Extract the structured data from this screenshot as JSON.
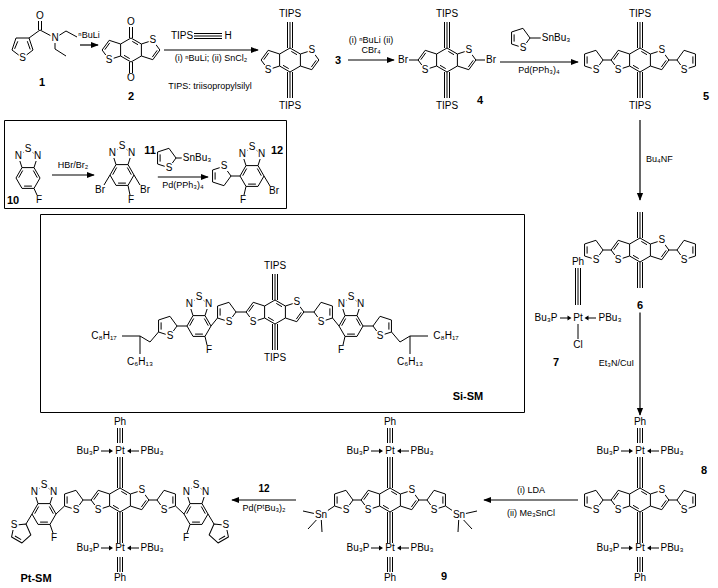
{
  "diagram": {
    "nodes": [
      {
        "text": [
          "1"
        ]
      },
      {
        "text": [
          "2"
        ]
      },
      {
        "text": [
          "3"
        ]
      },
      {
        "text": [
          "4"
        ]
      },
      {
        "text": [
          "5"
        ]
      },
      {
        "text": [
          "6"
        ]
      },
      {
        "text": [
          "7"
        ]
      },
      {
        "text": [
          "8"
        ]
      },
      {
        "text": [
          "9"
        ]
      },
      {
        "text": [
          "Pt-SM"
        ]
      },
      {
        "text": [
          "10"
        ]
      },
      {
        "text": [
          "11"
        ]
      },
      {
        "text": [
          "12"
        ]
      },
      {
        "text": [
          "Si-SM"
        ]
      }
    ],
    "edges": [
      {
        "from": 0,
        "to": 1,
        "arrow": "to",
        "label": "ⁿBuLi"
      },
      {
        "from": 1,
        "to": 2,
        "arrow": "to",
        "label": "(i) ⁿBuLi; (ii) SnCl₂"
      },
      {
        "from": 2,
        "to": 3,
        "arrow": "to",
        "label": "(i) ⁿBuLi (ii) CBr₄"
      },
      {
        "from": 3,
        "to": 4,
        "arrow": "to",
        "label": "Pd(PPh₃)₄"
      },
      {
        "from": 4,
        "to": 5,
        "arrow": "to",
        "label": "Bu₄NF"
      },
      {
        "from": 5,
        "to": 7,
        "arrow": "to",
        "label": "Et₃N/CuI"
      },
      {
        "from": 7,
        "to": 8,
        "arrow": "to",
        "label": "(i) LDA"
      },
      {
        "from": 8,
        "to": 9,
        "arrow": "to",
        "label": "Pd(PᵗBu₃)₂"
      },
      {
        "from": 10,
        "to": 11,
        "arrow": "to",
        "label": "HBr/Br₂"
      },
      {
        "from": 11,
        "to": 12,
        "arrow": "to",
        "label": "Pd(PPh₃)₄"
      }
    ],
    "labels": [
      "O",
      "N",
      "S",
      "O",
      "O",
      "S",
      "S",
      "TIPS",
      "H",
      "TIPS: triisopropylsilyl",
      "TIPS",
      "TIPS",
      "S",
      "S",
      "TIPS",
      "TIPS",
      "S",
      "S",
      "Br",
      "Br",
      "S",
      "SnBu₃",
      "TIPS",
      "TIPS",
      "S",
      "S",
      "S",
      "S",
      "S",
      "S",
      "S",
      "S",
      "Ph",
      "Bu₃P",
      "Pt",
      "PBu₃",
      "Cl",
      "Ph",
      "Bu₃P",
      "Pt",
      "PBu₃",
      "S",
      "S",
      "S",
      "S",
      "Bu₃P",
      "Pt",
      "PBu₃",
      "Ph",
      "(ii) Me₃SnCl",
      "Ph",
      "Bu₃P",
      "Pt",
      "PBu₃",
      "Sn",
      "S",
      "S",
      "S",
      "S",
      "Sn",
      "Bu₃P",
      "Pt",
      "PBu₃",
      "Ph",
      "12",
      "Ph",
      "Bu₃P",
      "Pt",
      "PBu₃",
      "N",
      "S",
      "N",
      "N",
      "S",
      "N",
      "S",
      "S",
      "S",
      "S",
      "S",
      "F",
      "S",
      "F",
      "Bu₃P",
      "Pt",
      "PBu₃",
      "Ph",
      "N",
      "S",
      "N",
      "F",
      "N",
      "S",
      "N",
      "Br",
      "Br",
      "F",
      "S",
      "SnBu₃",
      "S",
      "N",
      "S",
      "N",
      "Br",
      "F",
      "TIPS",
      "N",
      "S",
      "N",
      "N",
      "S",
      "N",
      "S",
      "S",
      "S",
      "S",
      "S",
      "S",
      "F",
      "F",
      "C₈H₁₇",
      "C₈H₁₇",
      "C₆H₁₃",
      "C₆H₁₃",
      "TIPS"
    ]
  }
}
